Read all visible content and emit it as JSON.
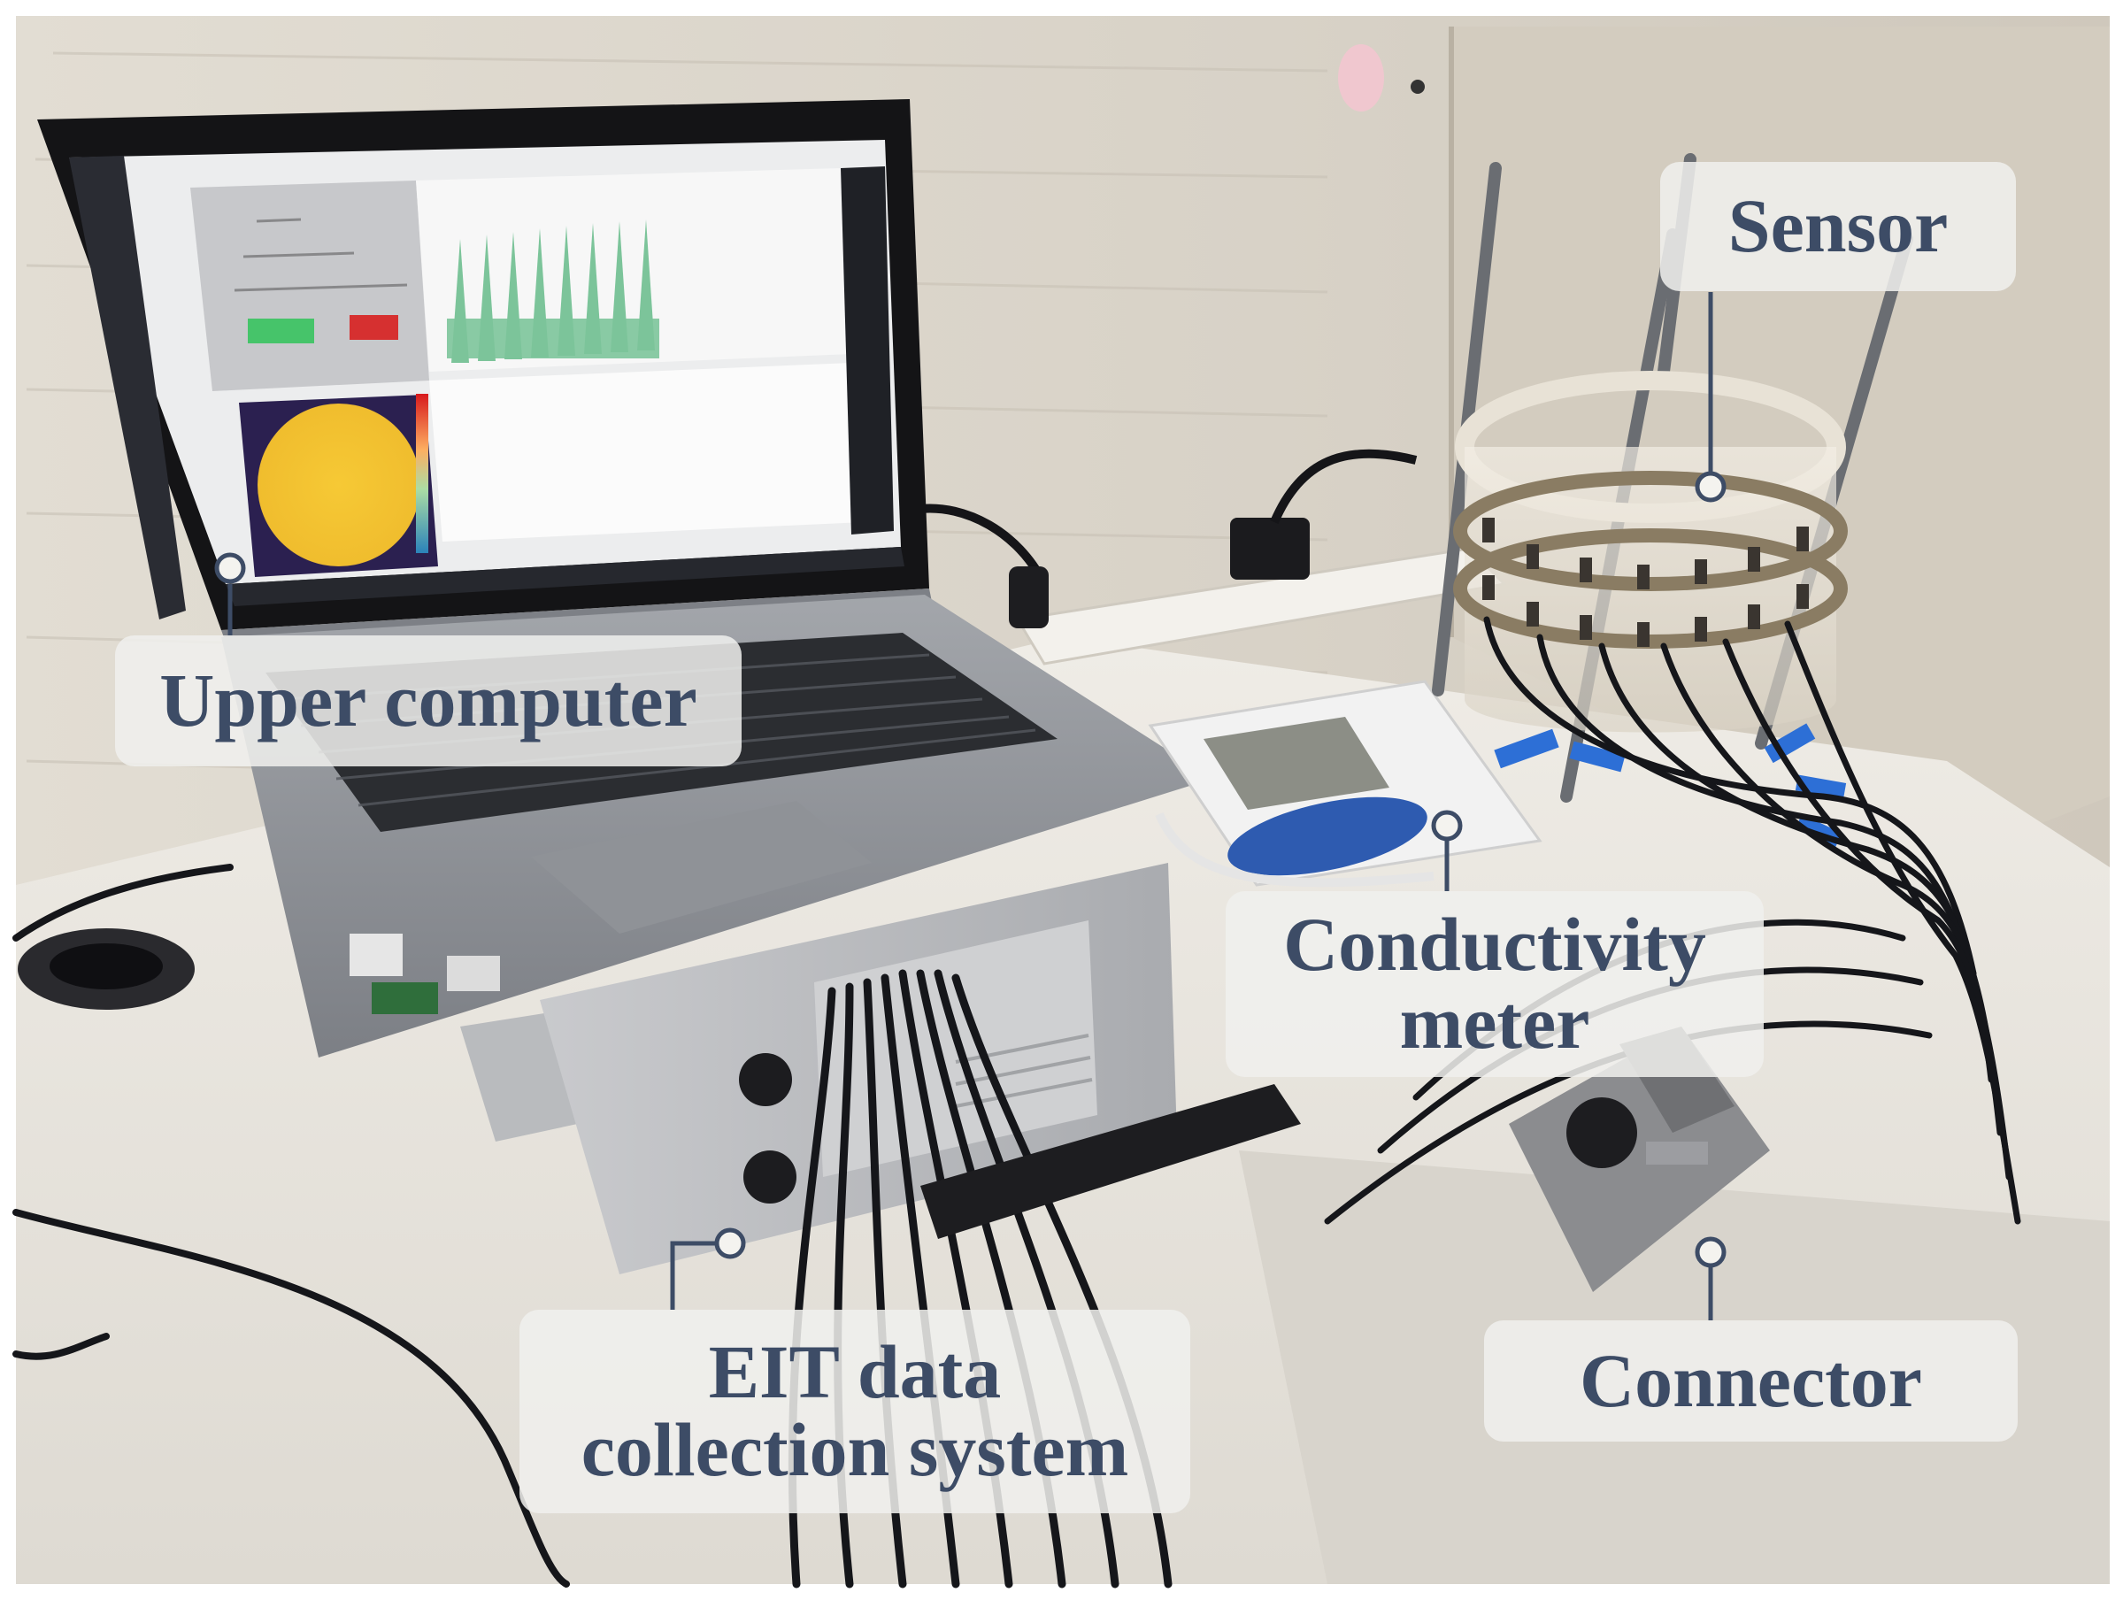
{
  "labels": {
    "sensor": "Sensor",
    "upper_computer": "Upper computer",
    "conductivity_line1": "Conductivity",
    "conductivity_line2": "meter",
    "eit_line1": "EIT data",
    "eit_line2": "collection system",
    "connector": "Connector"
  },
  "colors": {
    "label_text": "#3d4c66",
    "label_box": "#f0f0ee",
    "wall": "#ddd8cf",
    "desk": "#ece9e2",
    "laptop_body": "#8c8f95",
    "screen_reconstruction": "#f3c332",
    "screen_plot": "#7cc49a",
    "meter_button": "#2e5bb0",
    "tape": "#2d6fd6",
    "cable": "#15161a"
  }
}
